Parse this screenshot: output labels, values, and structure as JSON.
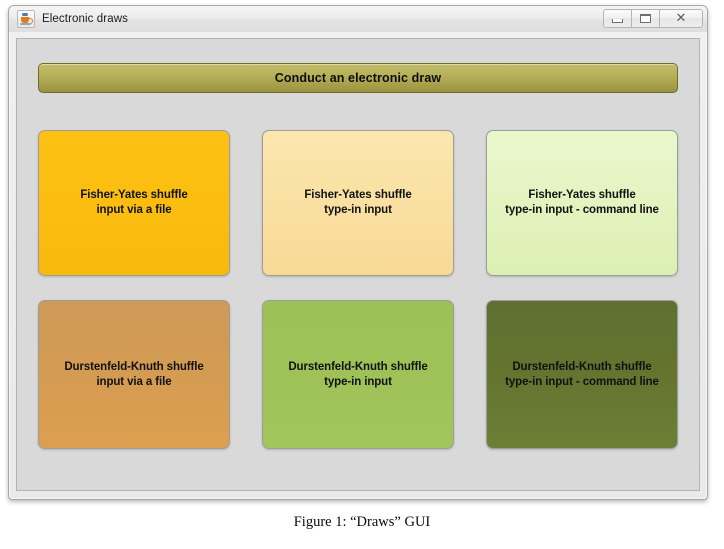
{
  "window": {
    "title": "Electronic draws",
    "icon": "java-app-icon",
    "controls": [
      {
        "name": "minimize-button",
        "glyph": "minimize"
      },
      {
        "name": "maximize-button",
        "glyph": "maximize"
      },
      {
        "name": "close-button",
        "glyph": "✕"
      }
    ]
  },
  "banner": {
    "label": "Conduct an electronic draw"
  },
  "buttons": [
    {
      "line1": "Fisher-Yates shuffle",
      "line2": "input via a file",
      "label": "Fisher-Yates shuffle\ninput via a file",
      "color": "#fbbe10",
      "name": "fisher-yates-file-button"
    },
    {
      "line1": "Fisher-Yates shuffle",
      "line2": "type-in input",
      "label": "Fisher-Yates shuffle\ntype-in input",
      "color": "#f9dfa0",
      "name": "fisher-yates-typein-button"
    },
    {
      "line1": "Fisher-Yates shuffle",
      "line2": "type-in input - command line",
      "label": "Fisher-Yates shuffle\ntype-in input - command line",
      "color": "#e3f3bf",
      "name": "fisher-yates-commandline-button"
    },
    {
      "line1": "Durstenfeld-Knuth shuffle",
      "line2": "input via a file",
      "label": "Durstenfeld-Knuth shuffle\ninput via a file",
      "color": "#d49b52",
      "name": "durstenfeld-knuth-file-button"
    },
    {
      "line1": "Durstenfeld-Knuth shuffle",
      "line2": "type-in input",
      "label": "Durstenfeld-Knuth shuffle\ntype-in input",
      "color": "#9ec257",
      "name": "durstenfeld-knuth-typein-button"
    },
    {
      "line1": "Durstenfeld-Knuth shuffle",
      "line2": "type-in input - command line",
      "label": "Durstenfeld-Knuth shuffle\ntype-in input - command line",
      "color": "#64742f",
      "name": "durstenfeld-knuth-commandline-button"
    }
  ],
  "caption": {
    "text": "Figure 1: “Draws” GUI"
  }
}
